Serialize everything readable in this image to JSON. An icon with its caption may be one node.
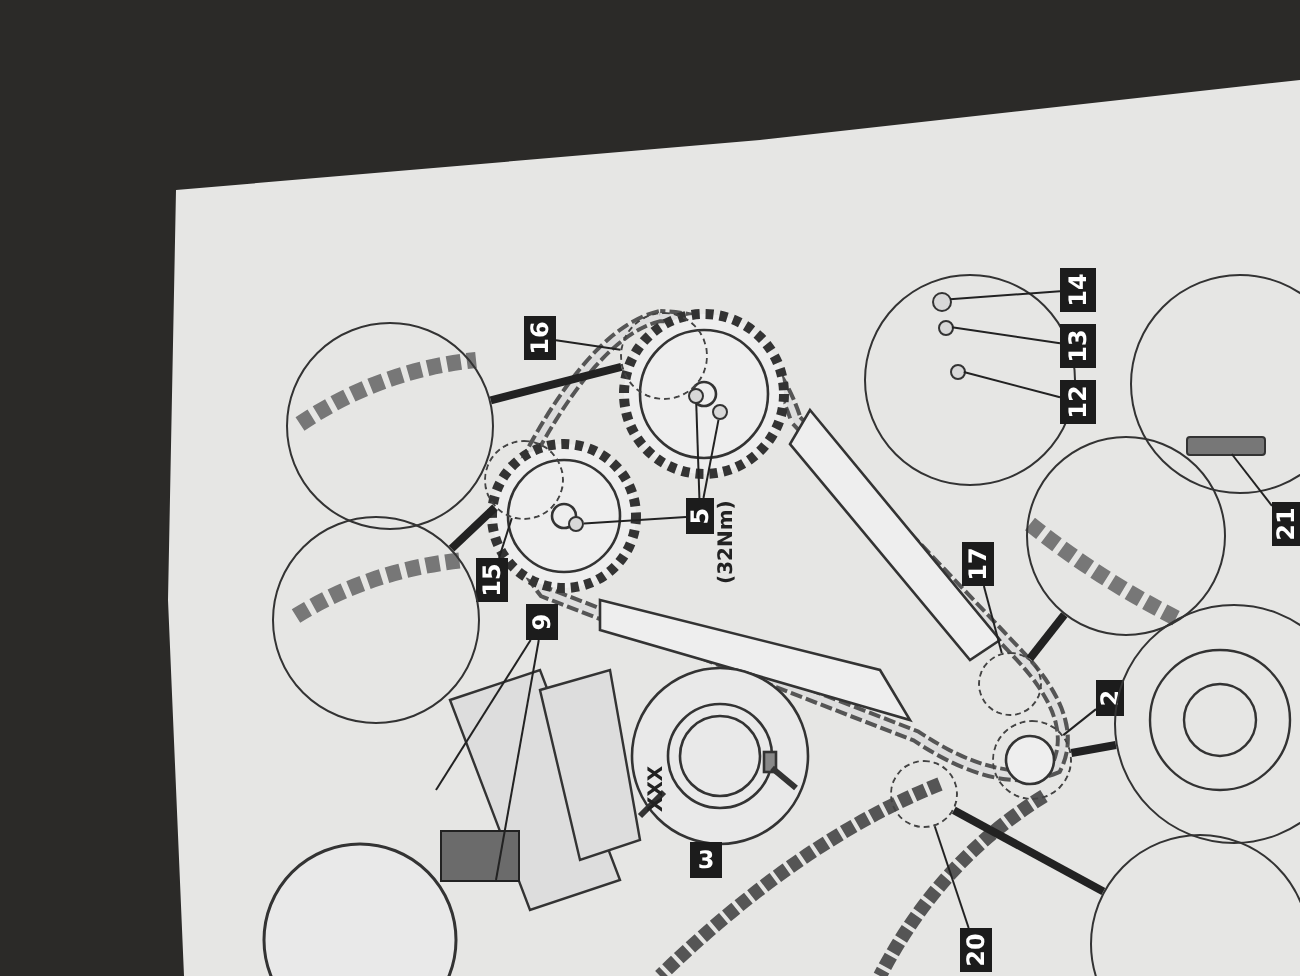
{
  "diagram": {
    "nodes": [
      {
        "text": [
          "16"
        ]
      },
      {
        "text": [],
        "shape": "circle"
      },
      {
        "text": [
          "5"
        ],
        "beside": [
          "(32Nm)"
        ]
      },
      {
        "text": [],
        "shape": "circle"
      },
      {
        "text": [],
        "shape": "circle"
      },
      {
        "text": [],
        "shape": "circle"
      },
      {
        "text": [],
        "shape": "circle"
      },
      {
        "text": [
          "15"
        ]
      },
      {
        "text": [],
        "shape": "circle"
      },
      {
        "text": [],
        "shape": "circle"
      },
      {
        "text": [
          "9"
        ]
      },
      {
        "text": [],
        "shape": "box"
      },
      {
        "text": [],
        "shape": "circle"
      },
      {
        "text": [],
        "shape": "circle",
        "in": 12
      },
      {
        "text": [],
        "shape": "circle",
        "in": 12
      },
      {
        "text": [],
        "shape": "circle",
        "in": 12
      },
      {
        "text": [
          "14"
        ]
      },
      {
        "text": [
          "13"
        ]
      },
      {
        "text": [
          "12"
        ]
      },
      {
        "text": [
          "17"
        ]
      },
      {
        "text": [],
        "shape": "circle"
      },
      {
        "text": [],
        "shape": "circle"
      },
      {
        "text": [
          "2"
        ]
      },
      {
        "text": [],
        "shape": "circle"
      },
      {
        "text": [],
        "shape": "circle"
      },
      {
        "text": [],
        "shape": "circle"
      },
      {
        "text": [],
        "shape": "bar",
        "in": 25
      },
      {
        "text": [
          "21"
        ]
      },
      {
        "text": [
          "20"
        ]
      },
      {
        "text": [],
        "shape": "circle"
      },
      {
        "text": [],
        "shape": "circle"
      },
      {
        "text": [
          "3"
        ]
      }
    ],
    "edges": [
      {
        "from": 0,
        "to": 1,
        "arrow": "none"
      },
      {
        "from": 2,
        "to": 3,
        "arrow": "none"
      },
      {
        "from": 2,
        "to": 4,
        "arrow": "none"
      },
      {
        "from": 2,
        "to": 5,
        "arrow": "none"
      },
      {
        "from": 6,
        "to": 1,
        "arrow": "none",
        "style": "thick"
      },
      {
        "from": 7,
        "to": 8,
        "arrow": "none"
      },
      {
        "from": 9,
        "to": 8,
        "arrow": "none",
        "style": "thick"
      },
      {
        "from": 10,
        "to": 11,
        "arrow": "none"
      },
      {
        "from": 10,
        "to": 11,
        "arrow": "none"
      },
      {
        "from": 16,
        "to": 13,
        "arrow": "none"
      },
      {
        "from": 17,
        "to": 14,
        "arrow": "none"
      },
      {
        "from": 18,
        "to": 15,
        "arrow": "none"
      },
      {
        "from": 19,
        "to": 20,
        "arrow": "none"
      },
      {
        "from": 21,
        "to": 20,
        "arrow": "none",
        "style": "thick"
      },
      {
        "from": 22,
        "to": 23,
        "arrow": "none"
      },
      {
        "from": 24,
        "to": 23,
        "arrow": "none",
        "style": "thick"
      },
      {
        "from": 27,
        "to": 26,
        "arrow": "none"
      },
      {
        "from": 28,
        "to": 29,
        "arrow": "none"
      },
      {
        "from": 30,
        "to": 29,
        "arrow": "none",
        "style": "thick"
      }
    ],
    "labels": [
      "XXX"
    ]
  }
}
